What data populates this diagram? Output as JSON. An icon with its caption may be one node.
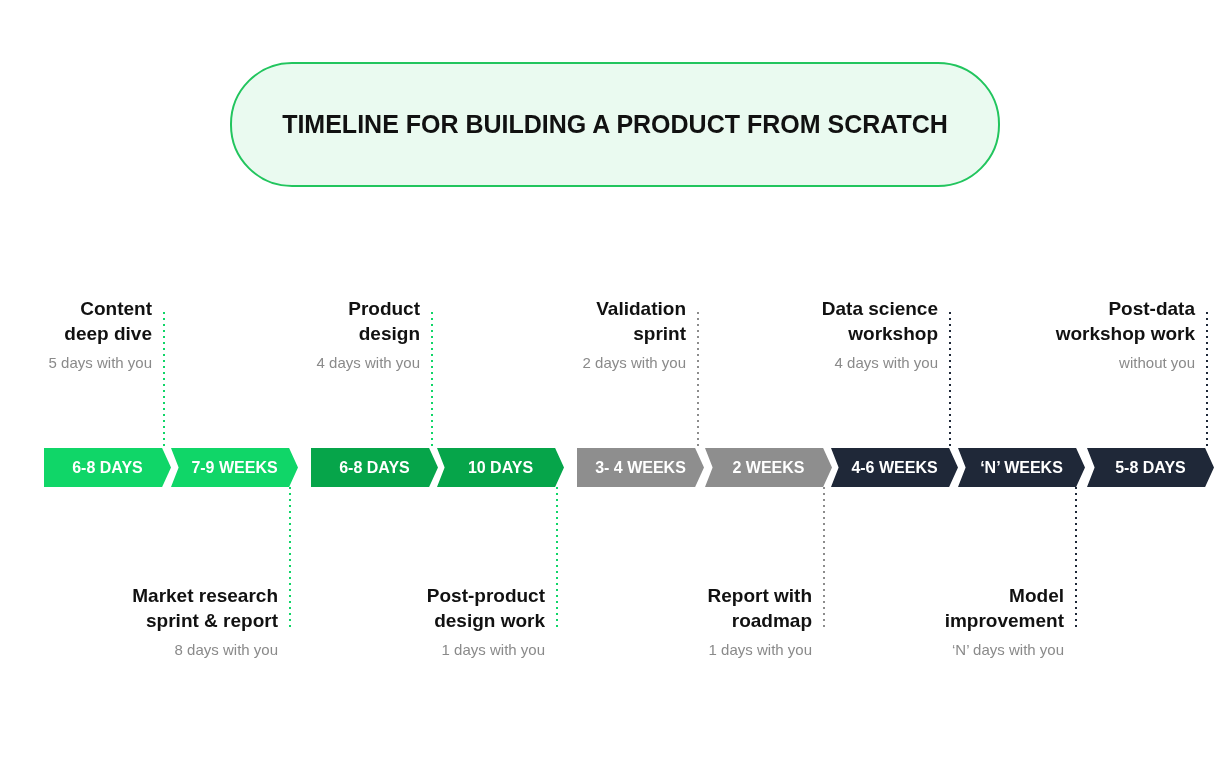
{
  "diagram": {
    "title": "TIMELINE FOR BUILDING A PRODUCT FROM SCRATCH",
    "nodes": [
      {
        "text": [
          "6-8 DAYS"
        ]
      },
      {
        "text": [
          "7-9 WEEKS"
        ]
      },
      {
        "text": [
          "6-8 DAYS"
        ]
      },
      {
        "text": [
          "10 DAYS"
        ]
      },
      {
        "text": [
          "3- 4 WEEKS"
        ]
      },
      {
        "text": [
          "2 WEEKS"
        ]
      },
      {
        "text": [
          "4-6 WEEKS"
        ]
      },
      {
        "text": [
          "‘N’ WEEKS"
        ]
      },
      {
        "text": [
          "5-8 DAYS"
        ]
      },
      {
        "text": [
          "Content deep dive"
        ],
        "beside": [
          "5 days with you"
        ]
      },
      {
        "text": [
          "Product design"
        ],
        "beside": [
          "4 days with you"
        ]
      },
      {
        "text": [
          "Validation sprint"
        ],
        "beside": [
          "2 days with you"
        ]
      },
      {
        "text": [
          "Data science workshop"
        ],
        "beside": [
          "4 days with you"
        ]
      },
      {
        "text": [
          "Post-data workshop work"
        ],
        "beside": [
          "without you"
        ]
      },
      {
        "text": [
          "Market research sprint & report"
        ],
        "beside": [
          "8 days with you"
        ]
      },
      {
        "text": [
          "Post-product design work"
        ],
        "beside": [
          "1 days with you"
        ]
      },
      {
        "text": [
          "Report with roadmap"
        ],
        "beside": [
          "1 days with you"
        ]
      },
      {
        "text": [
          "Model improvement"
        ],
        "beside": [
          "‘N’ days with you"
        ]
      }
    ],
    "edges": [
      {
        "from": 9,
        "to": 0,
        "arrow": "none",
        "style": "dashed"
      },
      {
        "from": 10,
        "to": 2,
        "arrow": "none",
        "style": "dashed"
      },
      {
        "from": 11,
        "to": 4,
        "arrow": "none",
        "style": "dashed",
        "color": "#8c8c8c"
      },
      {
        "from": 12,
        "to": 6,
        "arrow": "none",
        "style": "dashed",
        "color": "#1e2838"
      },
      {
        "from": 13,
        "to": 8,
        "arrow": "none",
        "style": "dashed",
        "color": "#1e2838"
      },
      {
        "from": 14,
        "to": 1,
        "arrow": "none",
        "style": "dashed"
      },
      {
        "from": 15,
        "to": 3,
        "arrow": "none",
        "style": "dashed"
      },
      {
        "from": 16,
        "to": 5,
        "arrow": "none",
        "style": "dashed",
        "color": "#8c8c8c"
      },
      {
        "from": 17,
        "to": 7,
        "arrow": "none",
        "style": "dashed",
        "color": "#1e2838"
      }
    ]
  }
}
